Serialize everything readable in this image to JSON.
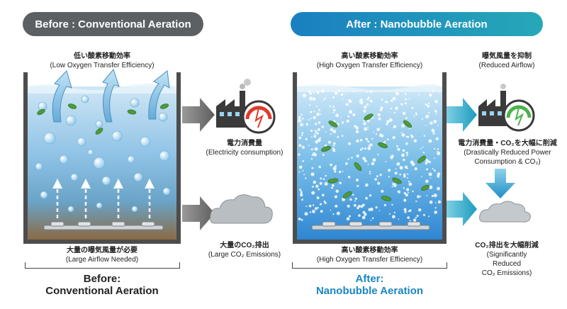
{
  "before": {
    "pill": "Before : Conventional Aeration",
    "top_jp": "低い酸素移動効率",
    "top_en": "(Low Oxygen Transfer Efficiency)",
    "bottom_jp": "大量の曝気風量が必要",
    "bottom_en": "(Large Airflow Needed)",
    "label_line1": "Before:",
    "label_line2": "Conventional Aeration",
    "elec_jp": "電力消費量",
    "elec_en": "(Electricity consumption)",
    "co2_jp": "大量のCO₂排出",
    "co2_en": "(Large CO₂ Emissions)"
  },
  "after": {
    "pill": "After : Nanobubble Aeration",
    "top_jp": "高い酸素移動効率",
    "top_en": "(High Oxygen Transfer Efficiency)",
    "bottom_jp": "高い酸素移動効率",
    "bottom_en": "(High Oxygen Transfer Efficiency)",
    "label_line1": "After:",
    "label_line2": "Nanobubble Aeration",
    "airflow_jp": "曝気風量を抑制",
    "airflow_en": "(Reduced Airflow)",
    "power_jp": "電力消費量・CO₂を大幅に削減",
    "power_en1": "(Drastically Reduced Power",
    "power_en2": "Consumption & CO₂)",
    "co2_jp": "CO₂排出を大幅削減",
    "co2_en1": "(Significantly",
    "co2_en2": "Reduced",
    "co2_en3": "CO₂ Emissions)"
  },
  "colors": {
    "before_pill": "#5d6063",
    "after_pill_start": "#1a7fc0",
    "after_pill_end": "#26a8b8",
    "after_label": "#1a86c4",
    "gauge_red": "#e03a2a",
    "gauge_green": "#4ab34a"
  }
}
